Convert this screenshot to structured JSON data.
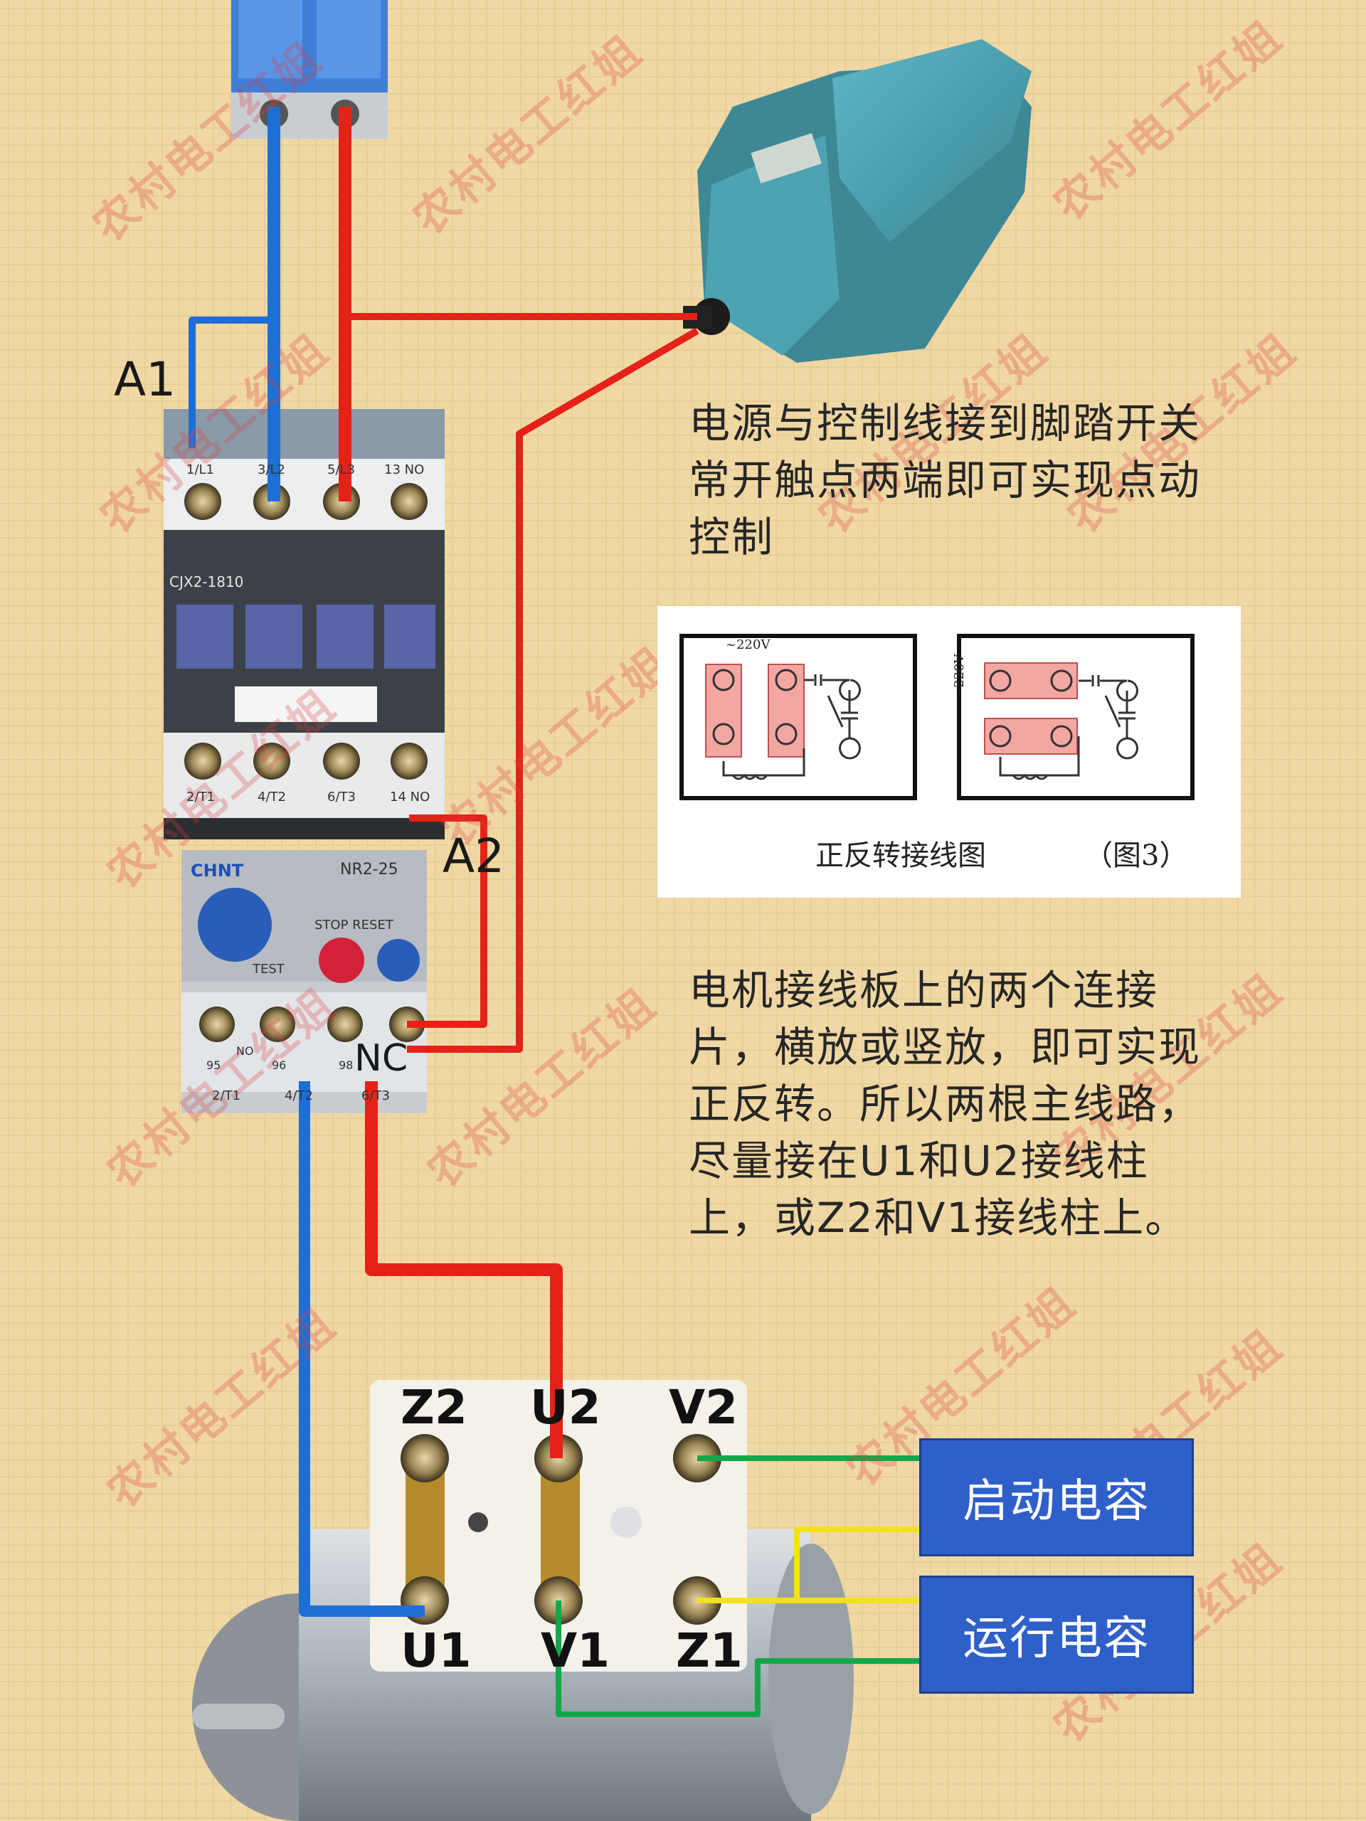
{
  "watermark": "农村电工红姐",
  "labels": {
    "a1": "A1",
    "a2": "A2",
    "nc": "NC"
  },
  "notes": {
    "pedal": "电源与控制线接到脚踏开关常开触点两端即可实现点动控制",
    "motor": "电机接线板上的两个连接片，横放或竖放，即可实现正反转。所以两根主线路，尽量接在U1和U2接线柱上，或Z2和V1接线柱上。"
  },
  "inset": {
    "voltage_top": "~220V",
    "voltage_side": "~220V",
    "caption": "正反转接线图",
    "fig_no": "（图3）"
  },
  "contactor": {
    "model": "CJX2-1810",
    "top_terminals": [
      "1/L1",
      "3/L2",
      "5/L3",
      "13 NO"
    ],
    "bottom_terminals": [
      "2/T1",
      "4/T2",
      "6/T3",
      "14 NO"
    ]
  },
  "relay": {
    "brand": "CHNT",
    "model": "NR2-25",
    "stop_reset": "STOP RESET",
    "test": "TEST",
    "terminals": [
      "NO",
      "95",
      "96",
      "98",
      "2/T1",
      "4/T2",
      "6/T3"
    ]
  },
  "motor_terminals": {
    "top": [
      "Z2",
      "U2",
      "V2"
    ],
    "bottom": [
      "U1",
      "V1",
      "Z1"
    ]
  },
  "capacitors": {
    "start": "启动电容",
    "run": "运行电容"
  },
  "colors": {
    "background": "#f1d9a6",
    "wire_blue": "#1d6fd6",
    "wire_red": "#e52218",
    "wire_green": "#12a84a",
    "wire_yellow": "#f2e21a",
    "cap_blue": "#2f5fc8",
    "pedal": "#4a9fae"
  }
}
